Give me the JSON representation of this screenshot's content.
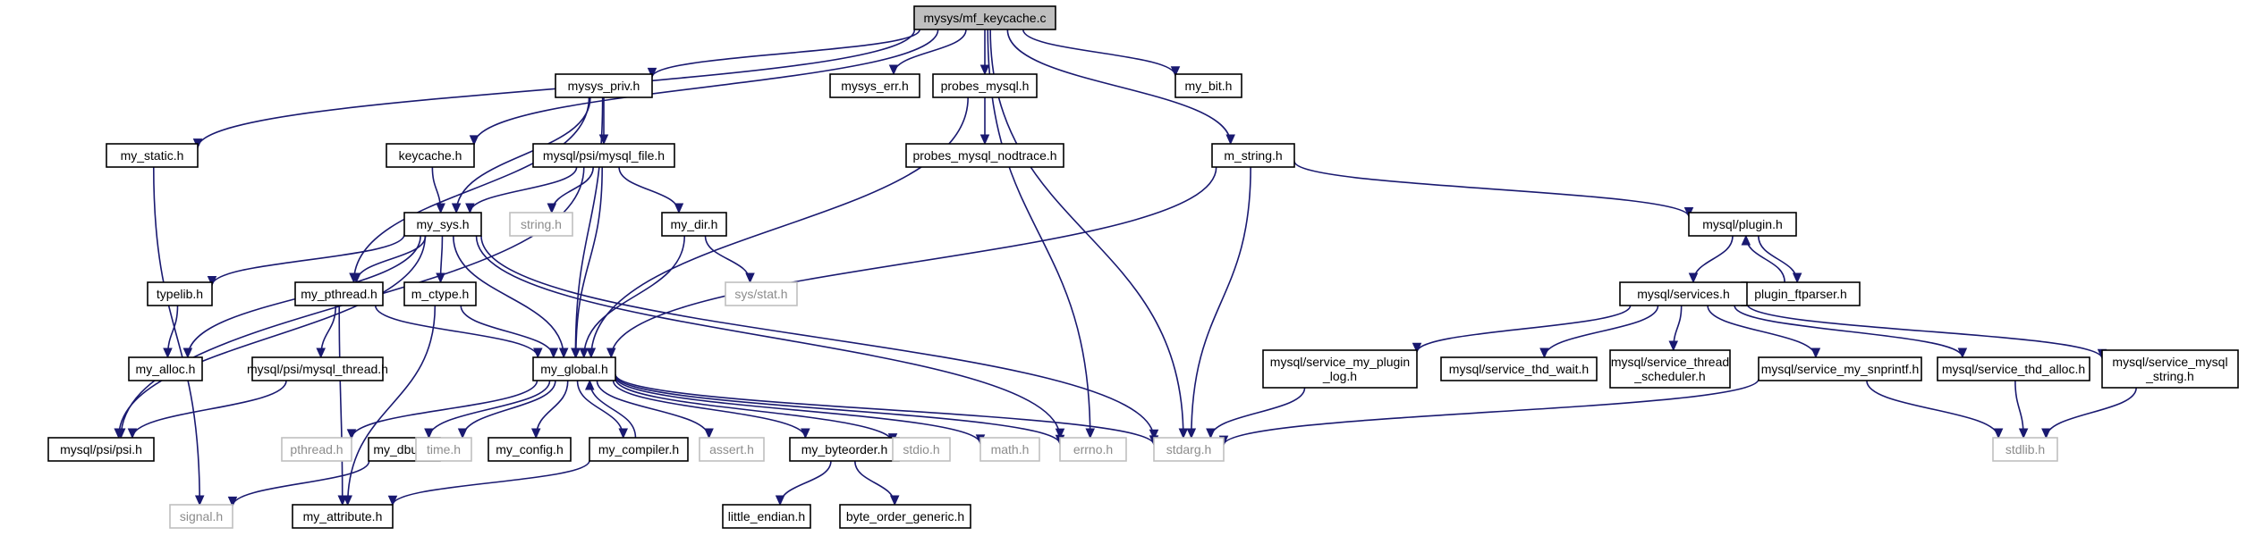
{
  "graph": {
    "kind": "include-dependency-graph",
    "edge_color": "#191970",
    "root_fill": "#bfbfbf",
    "system_header_border": "#bfbfbf",
    "nodes": [
      {
        "id": "root",
        "lines": [
          "mysys/mf_keycache.c"
        ],
        "kind": "root"
      },
      {
        "id": "my_static",
        "lines": [
          "my_static.h"
        ],
        "kind": "project"
      },
      {
        "id": "keycache",
        "lines": [
          "keycache.h"
        ],
        "kind": "project"
      },
      {
        "id": "mysys_priv",
        "lines": [
          "mysys_priv.h"
        ],
        "kind": "project"
      },
      {
        "id": "mysys_err",
        "lines": [
          "mysys_err.h"
        ],
        "kind": "project"
      },
      {
        "id": "probes_mysql",
        "lines": [
          "probes_mysql.h"
        ],
        "kind": "project"
      },
      {
        "id": "probes_nodtrace",
        "lines": [
          "probes_mysql_nodtrace.h"
        ],
        "kind": "project"
      },
      {
        "id": "my_bit",
        "lines": [
          "my_bit.h"
        ],
        "kind": "project"
      },
      {
        "id": "m_string",
        "lines": [
          "m_string.h"
        ],
        "kind": "project"
      },
      {
        "id": "psi_file",
        "lines": [
          "mysql/psi/mysql_file.h"
        ],
        "kind": "project"
      },
      {
        "id": "string_h",
        "lines": [
          "string.h"
        ],
        "kind": "system"
      },
      {
        "id": "my_dir",
        "lines": [
          "my_dir.h"
        ],
        "kind": "project"
      },
      {
        "id": "sys_stat",
        "lines": [
          "sys/stat.h"
        ],
        "kind": "system"
      },
      {
        "id": "my_sys",
        "lines": [
          "my_sys.h"
        ],
        "kind": "project"
      },
      {
        "id": "typelib",
        "lines": [
          "typelib.h"
        ],
        "kind": "project"
      },
      {
        "id": "my_pthread",
        "lines": [
          "my_pthread.h"
        ],
        "kind": "project"
      },
      {
        "id": "m_ctype",
        "lines": [
          "m_ctype.h"
        ],
        "kind": "project"
      },
      {
        "id": "my_alloc",
        "lines": [
          "my_alloc.h"
        ],
        "kind": "project"
      },
      {
        "id": "psi_thread",
        "lines": [
          "mysql/psi/mysql_thread.h"
        ],
        "kind": "project"
      },
      {
        "id": "psi_psi",
        "lines": [
          "mysql/psi/psi.h"
        ],
        "kind": "project"
      },
      {
        "id": "my_global",
        "lines": [
          "my_global.h"
        ],
        "kind": "project"
      },
      {
        "id": "pthread_h",
        "lines": [
          "pthread.h"
        ],
        "kind": "system"
      },
      {
        "id": "my_dbug",
        "lines": [
          "my_dbug.h"
        ],
        "kind": "project"
      },
      {
        "id": "time_h",
        "lines": [
          "time.h"
        ],
        "kind": "system"
      },
      {
        "id": "my_config",
        "lines": [
          "my_config.h"
        ],
        "kind": "project"
      },
      {
        "id": "my_compiler",
        "lines": [
          "my_compiler.h"
        ],
        "kind": "project"
      },
      {
        "id": "assert_h",
        "lines": [
          "assert.h"
        ],
        "kind": "system"
      },
      {
        "id": "my_byteorder",
        "lines": [
          "my_byteorder.h"
        ],
        "kind": "project"
      },
      {
        "id": "stdio_h",
        "lines": [
          "stdio.h"
        ],
        "kind": "system"
      },
      {
        "id": "math_h",
        "lines": [
          "math.h"
        ],
        "kind": "system"
      },
      {
        "id": "errno_h",
        "lines": [
          "errno.h"
        ],
        "kind": "system"
      },
      {
        "id": "stdarg_h",
        "lines": [
          "stdarg.h"
        ],
        "kind": "system"
      },
      {
        "id": "signal_h",
        "lines": [
          "signal.h"
        ],
        "kind": "system"
      },
      {
        "id": "my_attribute",
        "lines": [
          "my_attribute.h"
        ],
        "kind": "project"
      },
      {
        "id": "little_endian",
        "lines": [
          "little_endian.h"
        ],
        "kind": "project"
      },
      {
        "id": "byte_order_generic",
        "lines": [
          "byte_order_generic.h"
        ],
        "kind": "project"
      },
      {
        "id": "plugin",
        "lines": [
          "mysql/plugin.h"
        ],
        "kind": "project"
      },
      {
        "id": "plugin_ftparser",
        "lines": [
          "plugin_ftparser.h"
        ],
        "kind": "project"
      },
      {
        "id": "services",
        "lines": [
          "mysql/services.h"
        ],
        "kind": "project"
      },
      {
        "id": "svc_plugin_log",
        "lines": [
          "mysql/service_my_plugin",
          "_log.h"
        ],
        "kind": "project"
      },
      {
        "id": "svc_thd_wait",
        "lines": [
          "mysql/service_thd_wait.h"
        ],
        "kind": "project"
      },
      {
        "id": "svc_thread_sched",
        "lines": [
          "mysql/service_thread",
          "_scheduler.h"
        ],
        "kind": "project"
      },
      {
        "id": "svc_snprintf",
        "lines": [
          "mysql/service_my_snprintf.h"
        ],
        "kind": "project"
      },
      {
        "id": "svc_thd_alloc",
        "lines": [
          "mysql/service_thd_alloc.h"
        ],
        "kind": "project"
      },
      {
        "id": "svc_mysql_string",
        "lines": [
          "mysql/service_mysql",
          "_string.h"
        ],
        "kind": "project"
      },
      {
        "id": "stdlib_h",
        "lines": [
          "stdlib.h"
        ],
        "kind": "system"
      }
    ],
    "edges": [
      [
        "root",
        "my_static"
      ],
      [
        "root",
        "keycache"
      ],
      [
        "root",
        "mysys_priv"
      ],
      [
        "root",
        "mysys_err"
      ],
      [
        "root",
        "probes_mysql"
      ],
      [
        "root",
        "errno_h"
      ],
      [
        "root",
        "stdarg_h"
      ],
      [
        "root",
        "my_bit"
      ],
      [
        "root",
        "m_string"
      ],
      [
        "my_static",
        "signal_h"
      ],
      [
        "keycache",
        "my_sys"
      ],
      [
        "mysys_priv",
        "psi_file"
      ],
      [
        "mysys_priv",
        "my_sys"
      ],
      [
        "mysys_priv",
        "my_pthread"
      ],
      [
        "mysys_priv",
        "my_global"
      ],
      [
        "probes_mysql",
        "probes_nodtrace"
      ],
      [
        "probes_mysql",
        "my_global"
      ],
      [
        "m_string",
        "plugin"
      ],
      [
        "m_string",
        "my_global"
      ],
      [
        "m_string",
        "stdarg_h"
      ],
      [
        "psi_file",
        "my_sys"
      ],
      [
        "psi_file",
        "string_h"
      ],
      [
        "psi_file",
        "my_dir"
      ],
      [
        "psi_file",
        "my_global"
      ],
      [
        "psi_file",
        "psi_psi"
      ],
      [
        "my_dir",
        "sys_stat"
      ],
      [
        "my_dir",
        "my_global"
      ],
      [
        "my_sys",
        "typelib"
      ],
      [
        "my_sys",
        "my_pthread"
      ],
      [
        "my_sys",
        "m_ctype"
      ],
      [
        "my_sys",
        "my_alloc"
      ],
      [
        "my_sys",
        "psi_psi"
      ],
      [
        "my_sys",
        "my_global"
      ],
      [
        "my_sys",
        "errno_h"
      ],
      [
        "my_sys",
        "stdarg_h"
      ],
      [
        "typelib",
        "my_alloc"
      ],
      [
        "my_pthread",
        "psi_thread"
      ],
      [
        "my_pthread",
        "my_global"
      ],
      [
        "my_pthread",
        "my_attribute"
      ],
      [
        "m_ctype",
        "my_global"
      ],
      [
        "m_ctype",
        "my_attribute"
      ],
      [
        "psi_thread",
        "psi_psi"
      ],
      [
        "my_global",
        "pthread_h"
      ],
      [
        "my_global",
        "my_dbug"
      ],
      [
        "my_global",
        "time_h"
      ],
      [
        "my_global",
        "my_config"
      ],
      [
        "my_global",
        "my_compiler"
      ],
      [
        "my_global",
        "assert_h"
      ],
      [
        "my_global",
        "my_byteorder"
      ],
      [
        "my_global",
        "stdio_h"
      ],
      [
        "my_global",
        "math_h"
      ],
      [
        "my_global",
        "errno_h"
      ],
      [
        "my_global",
        "stdarg_h"
      ],
      [
        "my_compiler",
        "my_global"
      ],
      [
        "my_compiler",
        "my_attribute"
      ],
      [
        "my_dbug",
        "signal_h"
      ],
      [
        "my_byteorder",
        "little_endian"
      ],
      [
        "my_byteorder",
        "byte_order_generic"
      ],
      [
        "plugin",
        "plugin_ftparser"
      ],
      [
        "plugin",
        "services"
      ],
      [
        "plugin_ftparser",
        "plugin"
      ],
      [
        "services",
        "svc_plugin_log"
      ],
      [
        "services",
        "svc_thd_wait"
      ],
      [
        "services",
        "svc_thread_sched"
      ],
      [
        "services",
        "svc_snprintf"
      ],
      [
        "services",
        "svc_thd_alloc"
      ],
      [
        "services",
        "svc_mysql_string"
      ],
      [
        "svc_plugin_log",
        "stdarg_h"
      ],
      [
        "svc_snprintf",
        "stdarg_h"
      ],
      [
        "svc_snprintf",
        "stdlib_h"
      ],
      [
        "svc_thd_alloc",
        "stdlib_h"
      ],
      [
        "svc_mysql_string",
        "stdlib_h"
      ]
    ]
  }
}
